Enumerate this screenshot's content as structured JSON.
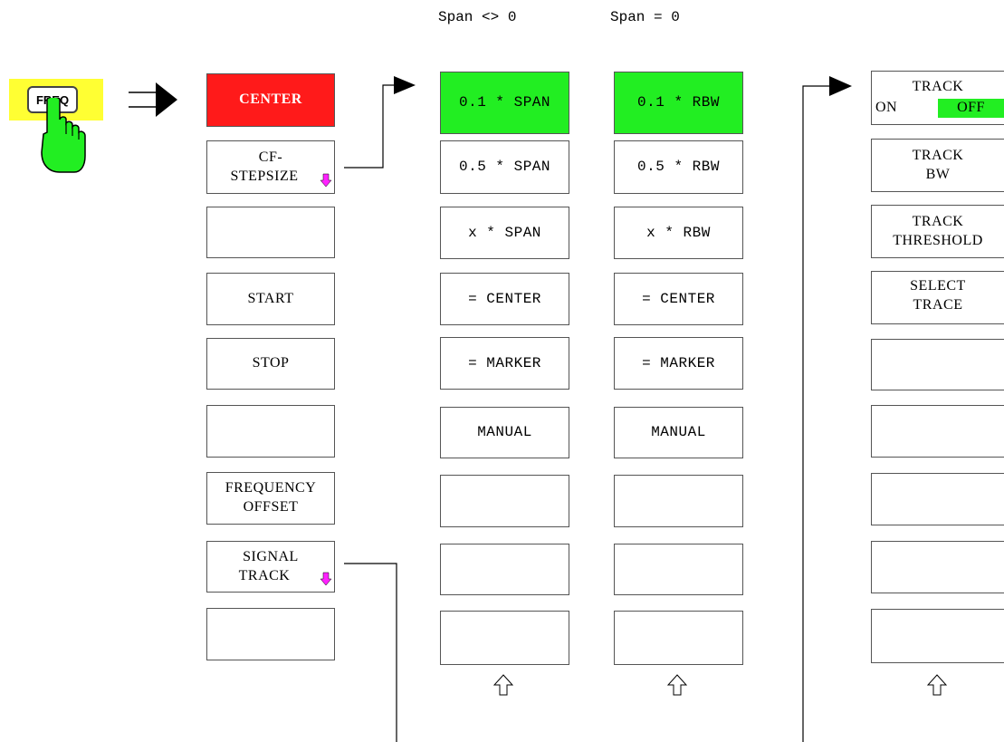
{
  "headers": {
    "span_ne_0": "Span <> 0",
    "span_eq_0": "Span = 0"
  },
  "freq_key": {
    "label": "FREQ",
    "highlight_color": "#ffff33",
    "hand_color": "#22ee22",
    "icon": "hand-pointer-icon"
  },
  "menu_main": [
    {
      "line1": "CENTER",
      "line2": ""
    },
    {
      "line1": "CF-",
      "line2": "STEPSIZE"
    },
    {
      "line1": "",
      "line2": ""
    },
    {
      "line1": "START",
      "line2": ""
    },
    {
      "line1": "STOP",
      "line2": ""
    },
    {
      "line1": "",
      "line2": ""
    },
    {
      "line1": "FREQUENCY",
      "line2": "OFFSET"
    },
    {
      "line1": "SIGNAL",
      "line2": "TRACK"
    },
    {
      "line1": "",
      "line2": ""
    }
  ],
  "menu_span": [
    "0.1 * SPAN",
    "0.5 * SPAN",
    "x * SPAN",
    "= CENTER",
    "= MARKER",
    "MANUAL",
    "",
    "",
    ""
  ],
  "menu_rbw": [
    "0.1 * RBW",
    "0.5 * RBW",
    "x * RBW",
    "= CENTER",
    "= MARKER",
    "MANUAL",
    "",
    "",
    ""
  ],
  "menu_track": {
    "track_label": "TRACK",
    "on_label": "ON",
    "off_label": "OFF",
    "bw": {
      "line1": "TRACK",
      "line2": "BW"
    },
    "threshold": {
      "line1": "TRACK",
      "line2": "THRESHOLD"
    },
    "select_trace": {
      "line1": "SELECT",
      "line2": "TRACE"
    },
    "blank_count": 5
  },
  "colors": {
    "active_red": "#ff1a1a",
    "selected_green": "#22ee22",
    "submenu_arrow": "#ff22ff"
  },
  "icons": {
    "submenu": "submenu-arrow-icon",
    "up": "up-arrow-icon",
    "pointer": "arrow-right-icon"
  }
}
